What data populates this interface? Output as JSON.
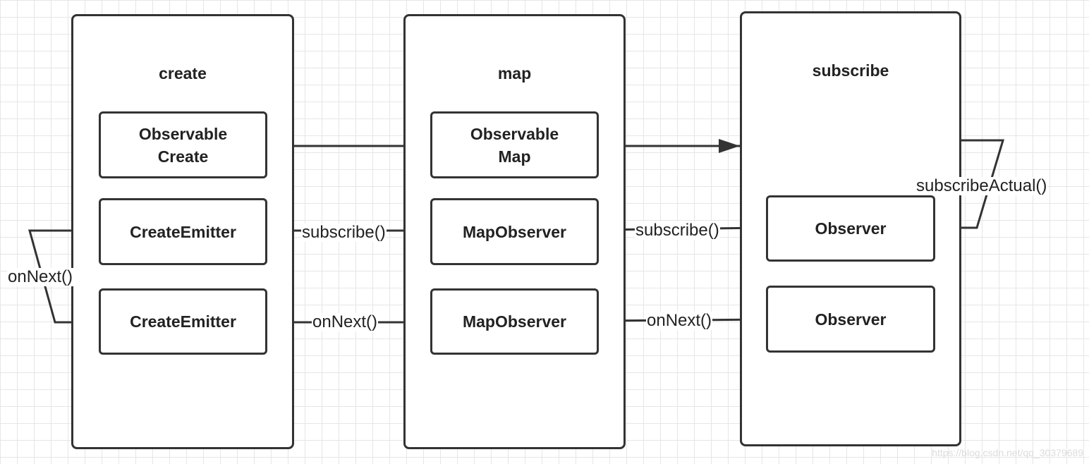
{
  "columns": {
    "create": {
      "title": "create"
    },
    "map": {
      "title": "map"
    },
    "subscribe": {
      "title": "subscribe"
    }
  },
  "nodes": {
    "observable_create": {
      "line1": "Observable",
      "line2": "Create"
    },
    "create_emitter_top": {
      "label": "CreateEmitter"
    },
    "create_emitter_bottom": {
      "label": "CreateEmitter"
    },
    "observable_map": {
      "line1": "Observable",
      "line2": "Map"
    },
    "map_observer_top": {
      "label": "MapObserver"
    },
    "map_observer_bottom": {
      "label": "MapObserver"
    },
    "observer_top": {
      "label": "Observer"
    },
    "observer_bottom": {
      "label": "Observer"
    }
  },
  "edges": {
    "subscribe_actual": "subscribeActual()",
    "subscribe_to_map_observer": "subscribe()",
    "subscribe_to_create_emitter": "subscribe()",
    "on_next_loop": "onNext()",
    "on_next_to_map_observer": "onNext()",
    "on_next_to_observer": "onNext()"
  },
  "watermark": "https://blog.csdn.net/qq_30379689",
  "colors": {
    "stroke": "#333333",
    "grid": "#e6e6e6",
    "background": "#ffffff"
  }
}
